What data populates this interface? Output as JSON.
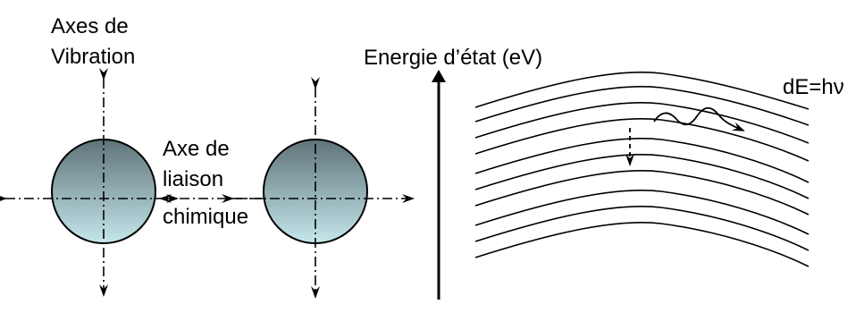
{
  "labels": {
    "vibration_axes_line1": "Axes de",
    "vibration_axes_line2": "Vibration",
    "bond_axis_line1": "Axe de",
    "bond_axis_line2": "liaison",
    "bond_axis_line3": "chimique",
    "energy_axis": "Energie d’état (eV)",
    "photon_energy": "dE=hν"
  },
  "colors": {
    "ink": "#000000",
    "sphere_top": "#5e7378",
    "sphere_bottom": "#c5e7ec",
    "background": "#ffffff"
  },
  "energy_levels": {
    "count": 10
  }
}
